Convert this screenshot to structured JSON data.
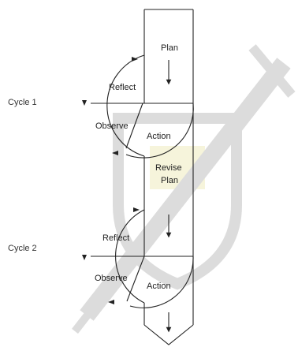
{
  "cycles": [
    {
      "label": "Cycle 1",
      "plan": "Plan",
      "reflect": "Reflect",
      "observe": "Observe",
      "action": "Action"
    },
    {
      "label": "Cycle 2",
      "plan_line1": "Revise",
      "plan_line2": "Plan",
      "reflect": "Reflect",
      "observe": "Observe",
      "action": "Action"
    }
  ],
  "colors": {
    "line": "#222222",
    "watermark": "#d9d9d9",
    "watermark_accent": "#ece6b0"
  }
}
